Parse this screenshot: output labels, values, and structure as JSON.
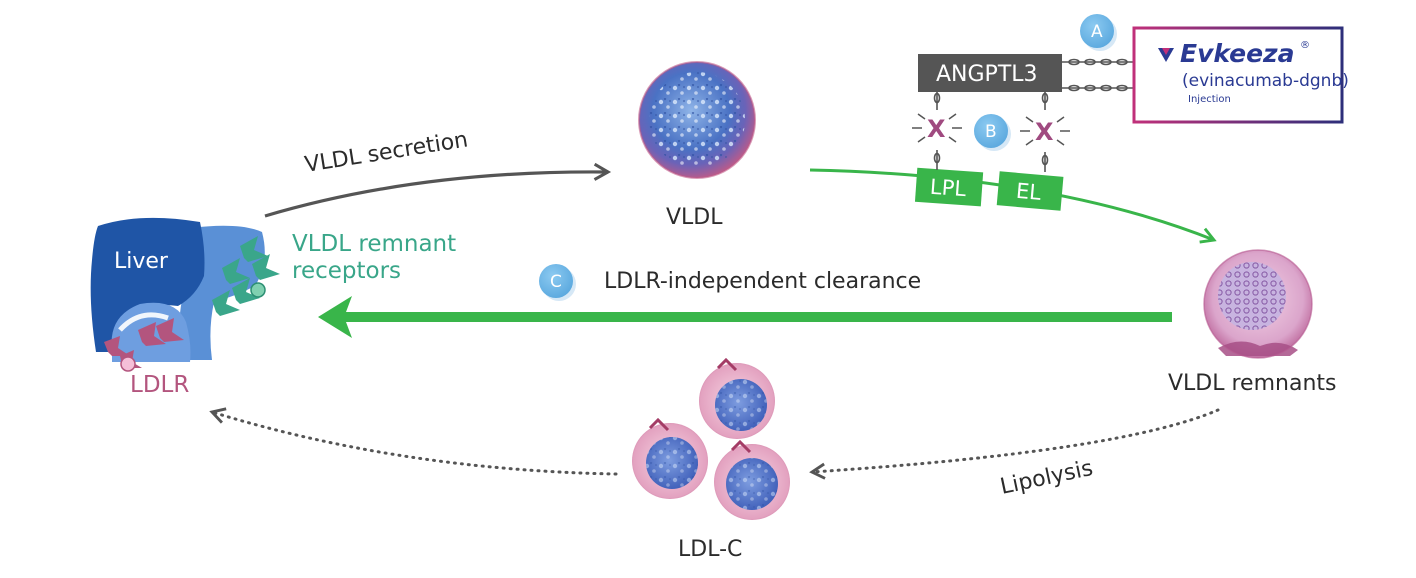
{
  "labels": {
    "liver": "Liver",
    "ldlr": "LDLR",
    "vldl_remnant_receptors_line1": "VLDL remnant",
    "vldl_remnant_receptors_line2": "receptors",
    "vldl_secretion": "VLDL secretion",
    "vldl": "VLDL",
    "ldlr_independent_clearance": "LDLR-independent clearance",
    "vldl_remnants": "VLDL remnants",
    "lipolysis": "Lipolysis",
    "ldl_c": "LDL-C",
    "angptl3": "ANGPTL3",
    "lpl": "LPL",
    "el": "EL",
    "inhibit_mark": "X"
  },
  "badges": {
    "a": "A",
    "b": "B",
    "c": "C"
  },
  "product": {
    "brand": "Evkeeza",
    "registered": "®",
    "generic": "(evinacumab-dgnb)",
    "form": "Injection"
  },
  "colors": {
    "liver_blue": "#1f55a6",
    "liver_light": "#5a90d6",
    "green": "#39b54a",
    "teal": "#39a689",
    "pink": "#b3557e",
    "badge_blue": "#64b0e2",
    "angptl3_box": "#555555",
    "arrow_dark": "#555555",
    "frame_left": "#c0307a",
    "frame_right": "#2d2f7a",
    "brand_blue": "#2a3a93"
  }
}
